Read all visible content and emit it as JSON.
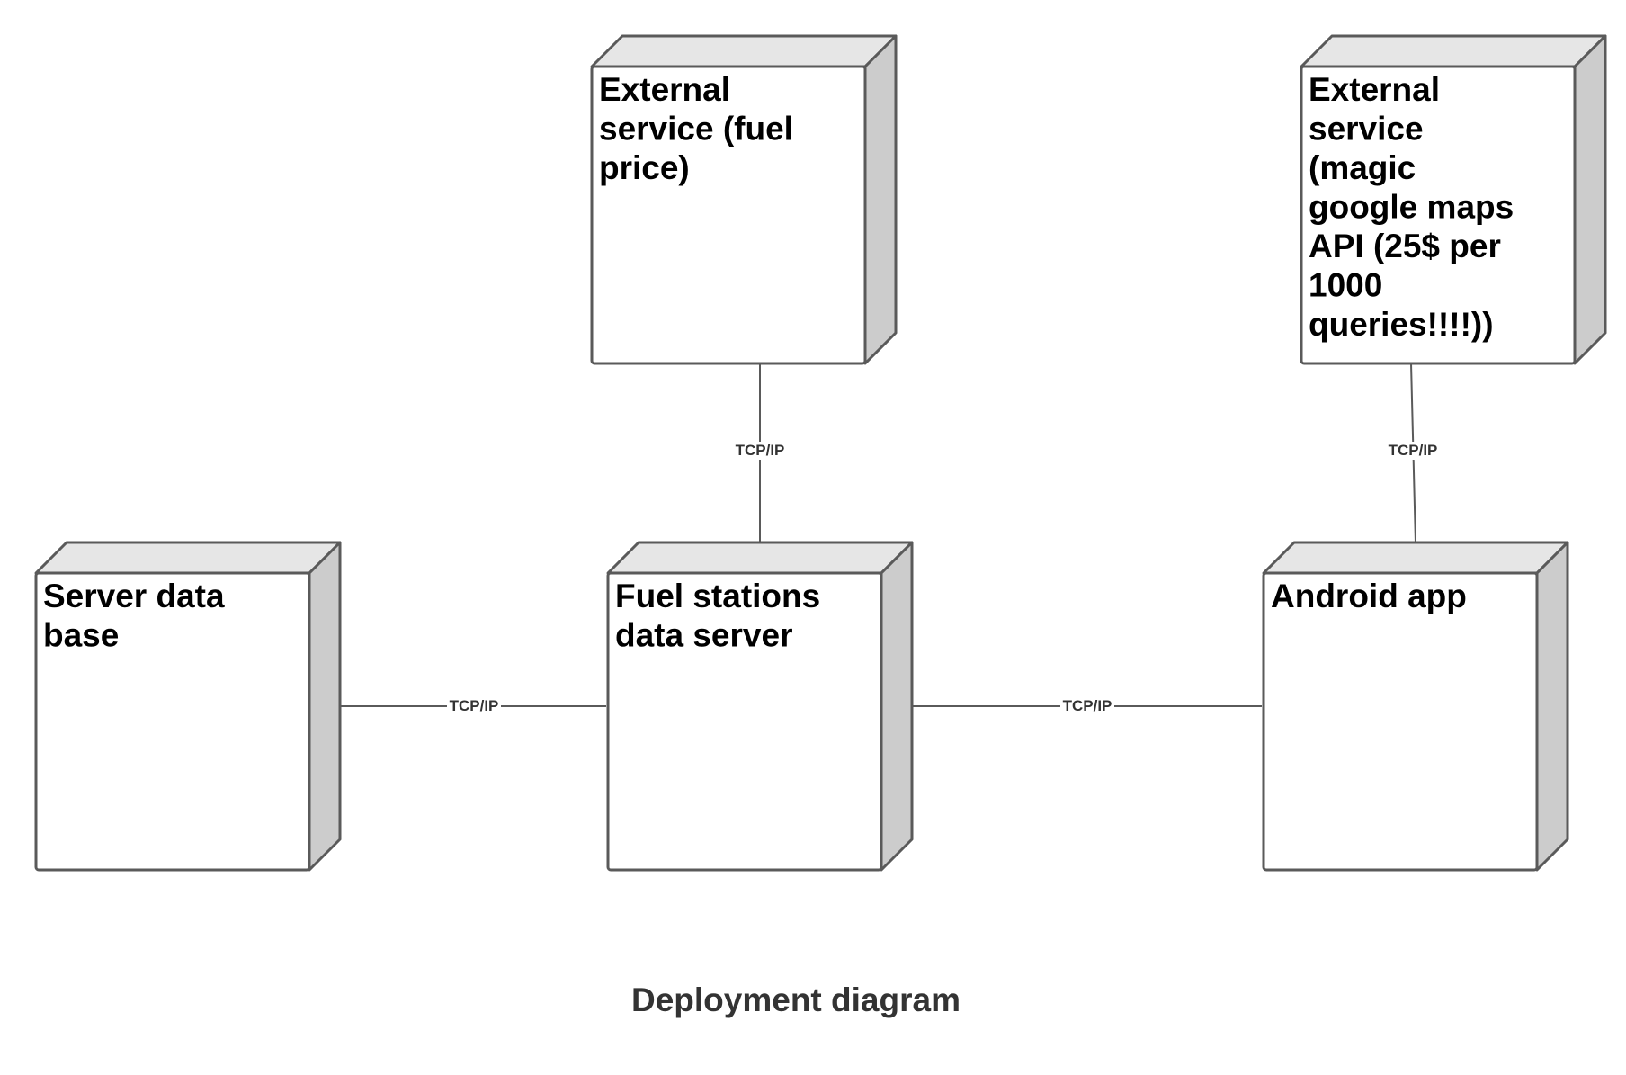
{
  "diagram": {
    "type": "deployment",
    "caption": "Deployment diagram",
    "nodes": [
      {
        "id": "fuel-price",
        "lines": [
          "External",
          "service (fuel",
          "price)"
        ]
      },
      {
        "id": "google-maps",
        "lines": [
          "External",
          "service",
          "(magic",
          "google maps",
          "API (25$ per",
          "1000",
          "queries!!!!))"
        ]
      },
      {
        "id": "server-db",
        "lines": [
          "Server data",
          "base"
        ]
      },
      {
        "id": "data-server",
        "lines": [
          "Fuel stations",
          "data server"
        ]
      },
      {
        "id": "android-app",
        "lines": [
          "Android app"
        ]
      }
    ],
    "connections": [
      {
        "from": "server-db",
        "to": "data-server",
        "label": "TCP/IP"
      },
      {
        "from": "data-server",
        "to": "android-app",
        "label": "TCP/IP"
      },
      {
        "from": "fuel-price",
        "to": "data-server",
        "label": "TCP/IP"
      },
      {
        "from": "google-maps",
        "to": "android-app",
        "label": "TCP/IP"
      }
    ],
    "colors": {
      "node_front": "#ffffff",
      "node_top": "#e6e6e6",
      "node_side": "#cccccc",
      "stroke": "#5a5a5a",
      "line": "#5a5a5a",
      "text": "#000000",
      "label_text": "#333333"
    }
  }
}
